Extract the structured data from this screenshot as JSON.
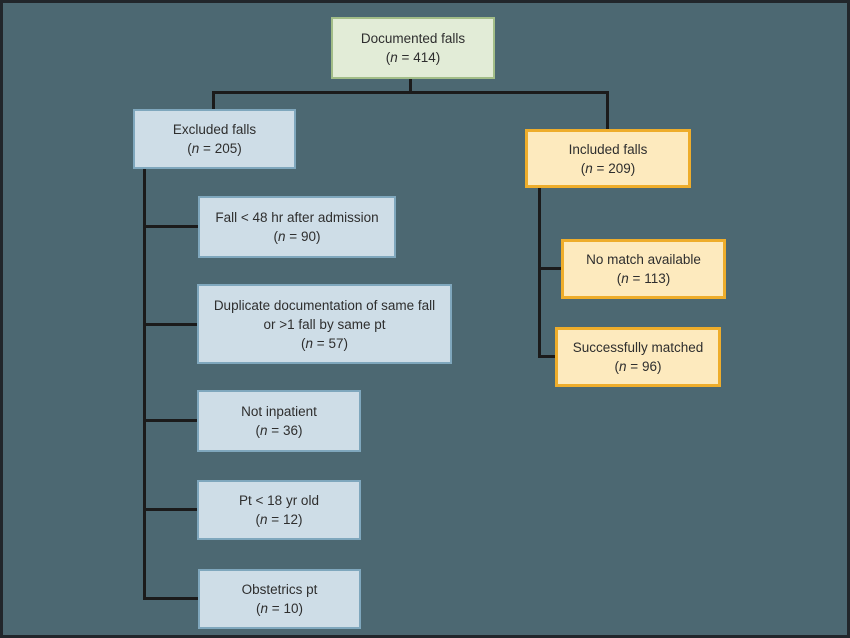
{
  "colors": {
    "bg": "#4c6872",
    "frame": "#21262b",
    "line": "#1b1b1b",
    "text": "#2e2e2e",
    "green_fill": "#e2ecd7",
    "green_border": "#a2bd88",
    "blue_fill": "#cedde7",
    "blue_border": "#7fa7bd",
    "yellow_fill": "#fdeabe",
    "yellow_border": "#eead2b"
  },
  "notation": {
    "open": "(",
    "var": "n",
    "eq": " = ",
    "close": ")"
  },
  "nodes": {
    "documented": {
      "label": "Documented falls",
      "n": "414"
    },
    "excluded": {
      "label": "Excluded falls",
      "n": "205"
    },
    "fall48": {
      "label": "Fall < 48 hr after admission",
      "n": "90"
    },
    "duplicate": {
      "label": "Duplicate documentation of same fall or >1 fall by same pt",
      "n": "57"
    },
    "not_inpatient": {
      "label": "Not inpatient",
      "n": "36"
    },
    "pt18": {
      "label": "Pt < 18 yr old",
      "n": "12"
    },
    "obstetrics": {
      "label": "Obstetrics pt",
      "n": "10"
    },
    "included": {
      "label": "Included falls",
      "n": "209"
    },
    "no_match": {
      "label": "No match available",
      "n": "113"
    },
    "matched": {
      "label": "Successfully matched",
      "n": "96"
    }
  }
}
